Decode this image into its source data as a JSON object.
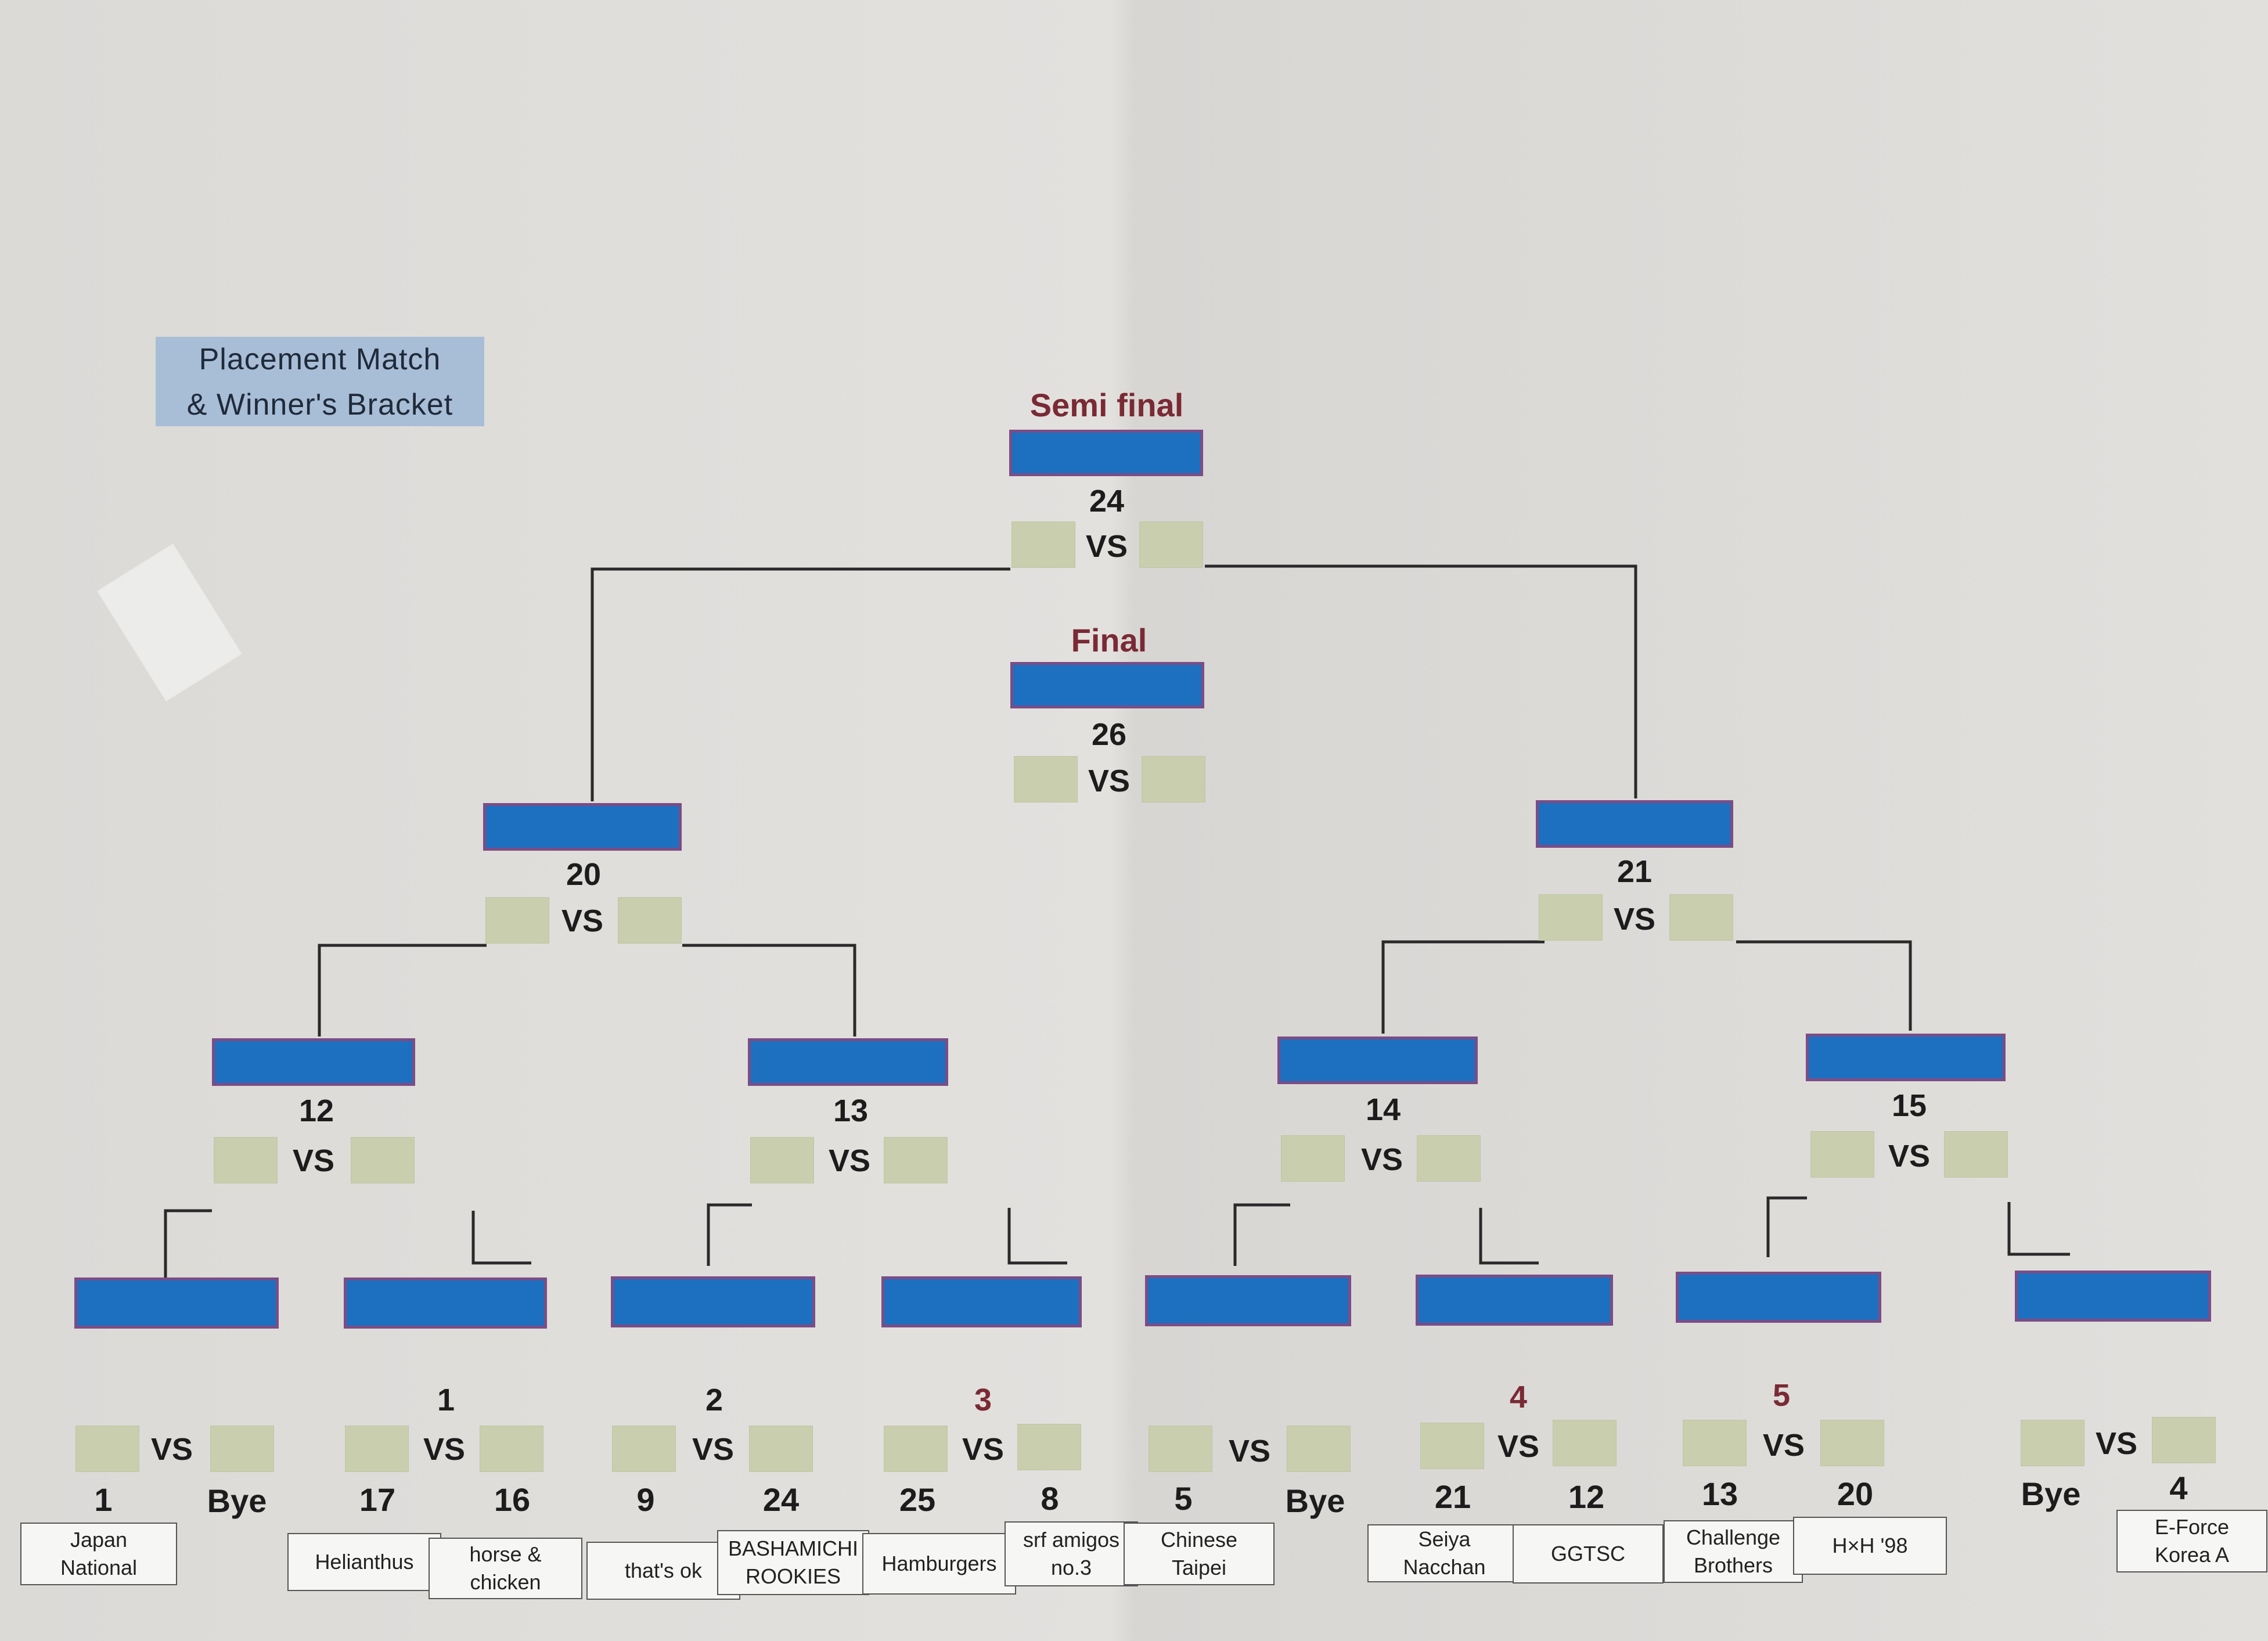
{
  "title": {
    "line1": "Placement Match",
    "line2": "& Winner's Bracket"
  },
  "labels": {
    "semi_final": "Semi final",
    "final": "Final",
    "vs": "VS"
  },
  "matches": {
    "semi": {
      "number": "24"
    },
    "final": {
      "number": "26"
    },
    "m20": {
      "number": "20"
    },
    "m21": {
      "number": "21"
    },
    "m12": {
      "number": "12"
    },
    "m13": {
      "number": "13"
    },
    "m14": {
      "number": "14"
    },
    "m15": {
      "number": "15"
    },
    "r1": [
      {
        "number": ""
      },
      {
        "number": "1"
      },
      {
        "number": "2"
      },
      {
        "number": "3"
      },
      {
        "number": ""
      },
      {
        "number": "4"
      },
      {
        "number": "5"
      },
      {
        "number": ""
      }
    ]
  },
  "seeds": [
    "1",
    "Bye",
    "17",
    "16",
    "9",
    "24",
    "25",
    "8",
    "5",
    "Bye",
    "21",
    "12",
    "13",
    "20",
    "Bye",
    "4"
  ],
  "teams": [
    "Japan\nNational",
    "Helianthus",
    "horse &\nchicken",
    "that's ok",
    "BASHAMICHI\nROOKIES",
    "Hamburgers",
    "srf amigos\nno.3",
    "Chinese\nTaipei",
    "Seiya Nacchan",
    "GGTSC",
    "Challenge\nBrothers",
    "H×H '98",
    "E-Force\nKorea A"
  ],
  "colors": {
    "bar": "#1d6fc0",
    "bar_border": "#7b4d86",
    "score_box": "#c9cfae",
    "title_bg": "#a8bdd6",
    "stage_label": "#7a2a35"
  }
}
